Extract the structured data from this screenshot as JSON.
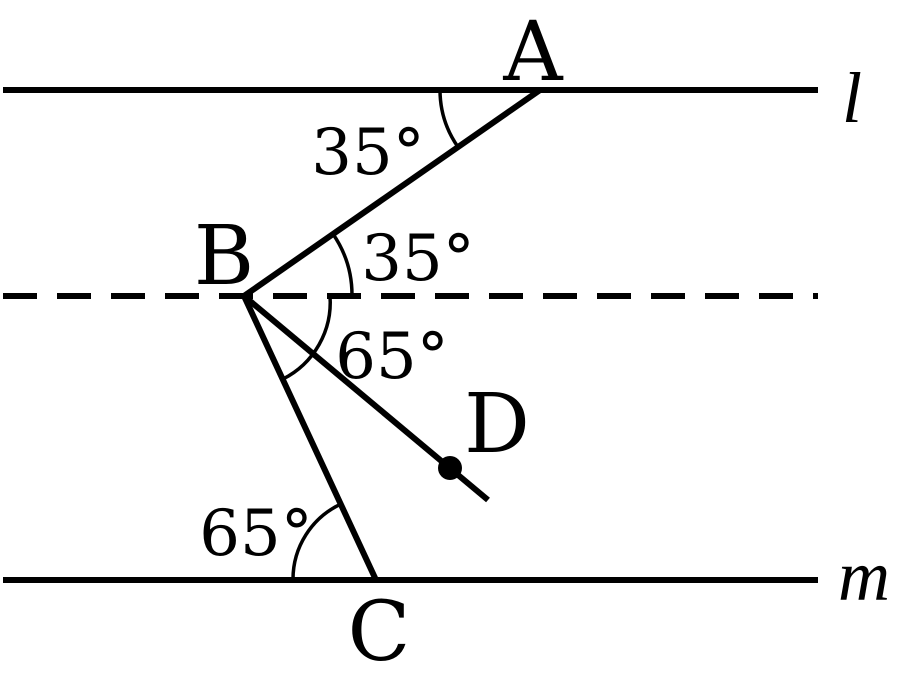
{
  "points": {
    "A": "A",
    "B": "B",
    "C": "C",
    "D": "D"
  },
  "lines": {
    "l": "l",
    "m": "m"
  },
  "angles": {
    "at_A": "35°",
    "at_B_upper": "35°",
    "at_B_lower": "65°",
    "at_C": "65°"
  }
}
